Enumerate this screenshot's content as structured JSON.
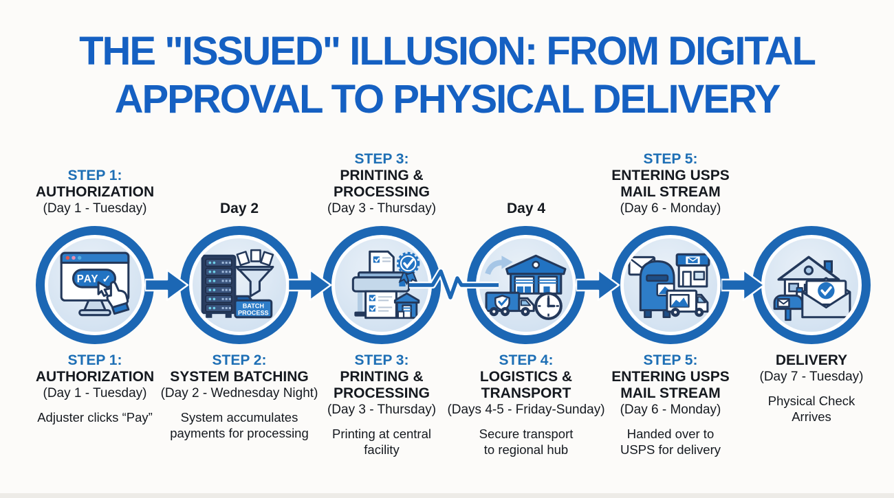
{
  "title": {
    "line1": "THE \"ISSUED\" ILLUSION: FROM DIGITAL",
    "line2": "APPROVAL TO PHYSICAL DELIVERY"
  },
  "colors": {
    "title_blue": "#1560c2",
    "step_blue": "#1e6fb5",
    "text_dark": "#15191f",
    "circle_border": "#1c67b4",
    "circle_fill": "#d9e6f3",
    "arrow_blue": "#1c67b4"
  },
  "stations": [
    {
      "id": "authorization",
      "icon": "pay-click-icon",
      "icon_label": "PAY ✓",
      "top": {
        "step": "STEP 1:",
        "title": "AUTHORIZATION",
        "date": "(Day 1 - Tuesday)"
      },
      "bottom": {
        "step": "STEP 1:",
        "title": "AUTHORIZATION",
        "date": "(Day 1 - Tuesday)",
        "desc": "Adjuster clicks “Pay”"
      }
    },
    {
      "id": "system-batching",
      "icon": "server-batch-icon",
      "icon_label_line1": "BATCH",
      "icon_label_line2": "PROCESS",
      "top": {
        "day": "Day 2"
      },
      "bottom": {
        "step": "STEP 2:",
        "title": "SYSTEM BATCHING",
        "date": "(Day 2 - Wednesday Night)",
        "desc": "System accumulates\npayments for processing"
      }
    },
    {
      "id": "printing-processing",
      "icon": "printer-checks-icon",
      "top": {
        "step": "STEP 3:",
        "title": "PRINTING &\nPROCESSING",
        "date": "(Day 3 - Thursday)"
      },
      "bottom": {
        "step": "STEP 3:",
        "title": "PRINTING &\nPROCESSING",
        "date": "(Day 3 - Thursday)",
        "desc": "Printing at central\nfacility"
      }
    },
    {
      "id": "logistics-transport",
      "icon": "warehouse-truck-clock-icon",
      "top": {
        "day": "Day 4"
      },
      "bottom": {
        "step": "STEP 4:",
        "title": "LOGISTICS &\nTRANSPORT",
        "date": "(Days 4-5 - Friday-Sunday)",
        "desc": "Secure transport\nto regional hub"
      }
    },
    {
      "id": "usps-mail-stream",
      "icon": "usps-mailbox-truck-icon",
      "top": {
        "step": "STEP 5:",
        "title": "ENTERING USPS\nMAIL STREAM",
        "date": "(Day 6 - Monday)"
      },
      "bottom": {
        "step": "STEP 5:",
        "title": "ENTERING USPS\nMAIL STREAM",
        "date": "(Day 6 - Monday)",
        "desc": "Handed over to\nUSPS for delivery"
      }
    },
    {
      "id": "delivery",
      "icon": "home-envelope-check-icon",
      "top": {},
      "bottom": {
        "title": "DELIVERY",
        "date": "(Day 7 - Tuesday)",
        "desc": "Physical Check\nArrives"
      }
    }
  ],
  "connectors": [
    {
      "type": "arrow"
    },
    {
      "type": "arrow"
    },
    {
      "type": "pulse"
    },
    {
      "type": "arrow"
    },
    {
      "type": "arrow"
    }
  ]
}
